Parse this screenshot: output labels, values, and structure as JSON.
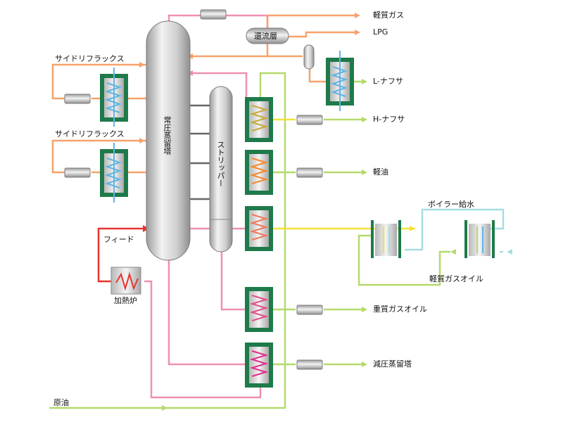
{
  "labels": {
    "atmospheric_column": "常圧蒸留塔",
    "stripper": "ストリッパー",
    "reflux_drum": "還流層",
    "furnace": "加熱炉",
    "feed": "フィード",
    "crude_oil": "原油",
    "side_reflux_1": "サイドリフラックス",
    "side_reflux_2": "サイドリフラックス",
    "boiler_feed_water": "ボイラー給水",
    "light_gas_oil_loop": "軽質ガスオイル"
  },
  "outputs": [
    {
      "id": "light-gas",
      "label": "軽質ガス"
    },
    {
      "id": "lpg",
      "label": "LPG"
    },
    {
      "id": "l-naphtha",
      "label": "L-ナフサ"
    },
    {
      "id": "h-naphtha",
      "label": "H-ナフサ"
    },
    {
      "id": "kerosene",
      "label": "軽油"
    },
    {
      "id": "heavy-gas-oil",
      "label": "重質ガスオイル"
    },
    {
      "id": "vacuum-column",
      "label": "減圧蒸留塔"
    }
  ],
  "colors": {
    "orange_line": "#f6a26b",
    "pink_line": "#ef8fb4",
    "green_line": "#b5d96c",
    "yellow_line": "#f4e23a",
    "cyan_line": "#a6dde0",
    "red_line": "#e8332e",
    "exchanger_frame": "#1e7a4a",
    "column_gray": "#c8c8c8"
  }
}
